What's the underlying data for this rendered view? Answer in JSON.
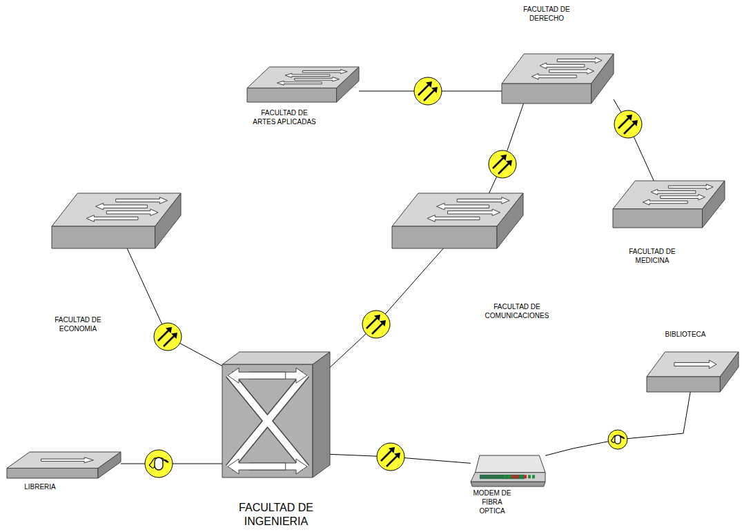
{
  "diagram": {
    "nodes": [
      {
        "text": [
          "FACULTAD DE DERECHO"
        ]
      },
      {
        "text": [
          "FACULTAD DE ARTES APLICADAS"
        ]
      },
      {
        "text": [
          "FACULTAD DE MEDICINA"
        ]
      },
      {
        "text": [
          "FACULTAD DE ECONOMIA"
        ]
      },
      {
        "text": [
          "FACULTAD DE COMUNICACIONES"
        ]
      },
      {
        "text": [
          "BIBLIOTECA"
        ]
      },
      {
        "text": [
          "LIBRERIA"
        ]
      },
      {
        "text": [
          "FACULTAD DE INGENIERIA"
        ]
      },
      {
        "text": [
          "MODEM DE FIBRA OPTICA"
        ]
      }
    ],
    "edges": [
      {
        "from": 1,
        "to": 0,
        "arrow": "none"
      },
      {
        "from": 0,
        "to": 2,
        "arrow": "none"
      },
      {
        "from": 4,
        "to": 0,
        "arrow": "none"
      },
      {
        "from": 3,
        "to": 7,
        "arrow": "none"
      },
      {
        "from": 7,
        "to": 4,
        "arrow": "none"
      },
      {
        "from": 6,
        "to": 7,
        "arrow": "none"
      },
      {
        "from": 7,
        "to": 8,
        "arrow": "none"
      },
      {
        "from": 8,
        "to": 5,
        "arrow": "none"
      }
    ]
  }
}
